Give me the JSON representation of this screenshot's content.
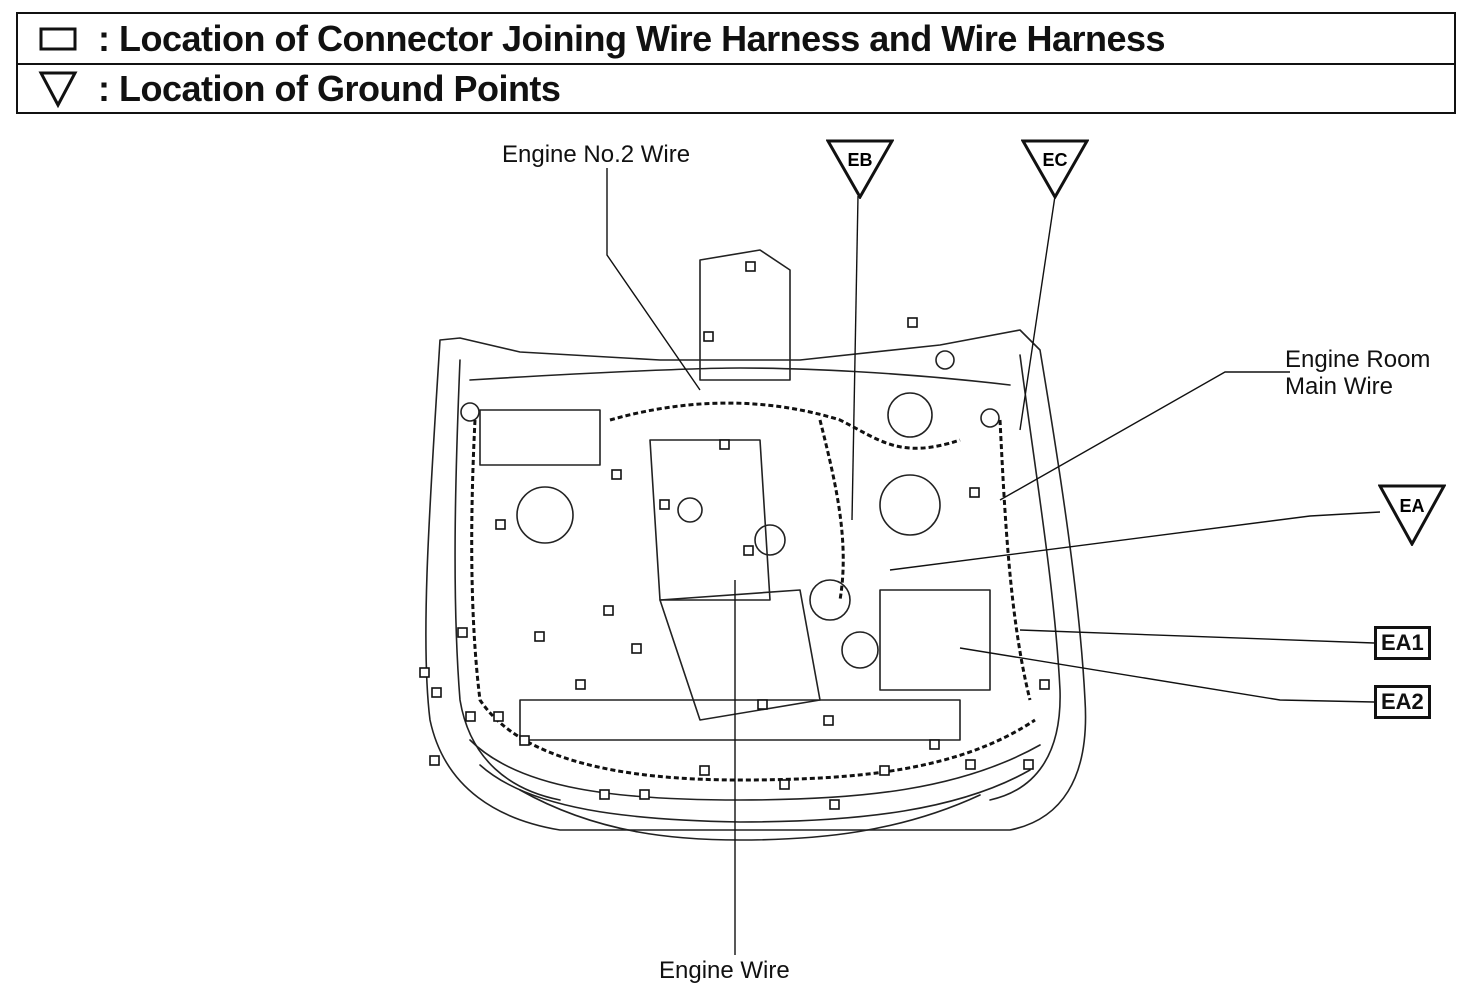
{
  "legend": {
    "connector_text": ": Location of Connector Joining Wire Harness and Wire Harness",
    "ground_text": ": Location of Ground Points"
  },
  "labels": {
    "engine_no2_wire": "Engine No.2 Wire",
    "engine_room_main_wire_line1": "Engine Room",
    "engine_room_main_wire_line2": "Main Wire",
    "engine_wire": "Engine Wire"
  },
  "ground_points": [
    "EB",
    "EC",
    "EA"
  ],
  "connectors": [
    "EA1",
    "EA2"
  ]
}
